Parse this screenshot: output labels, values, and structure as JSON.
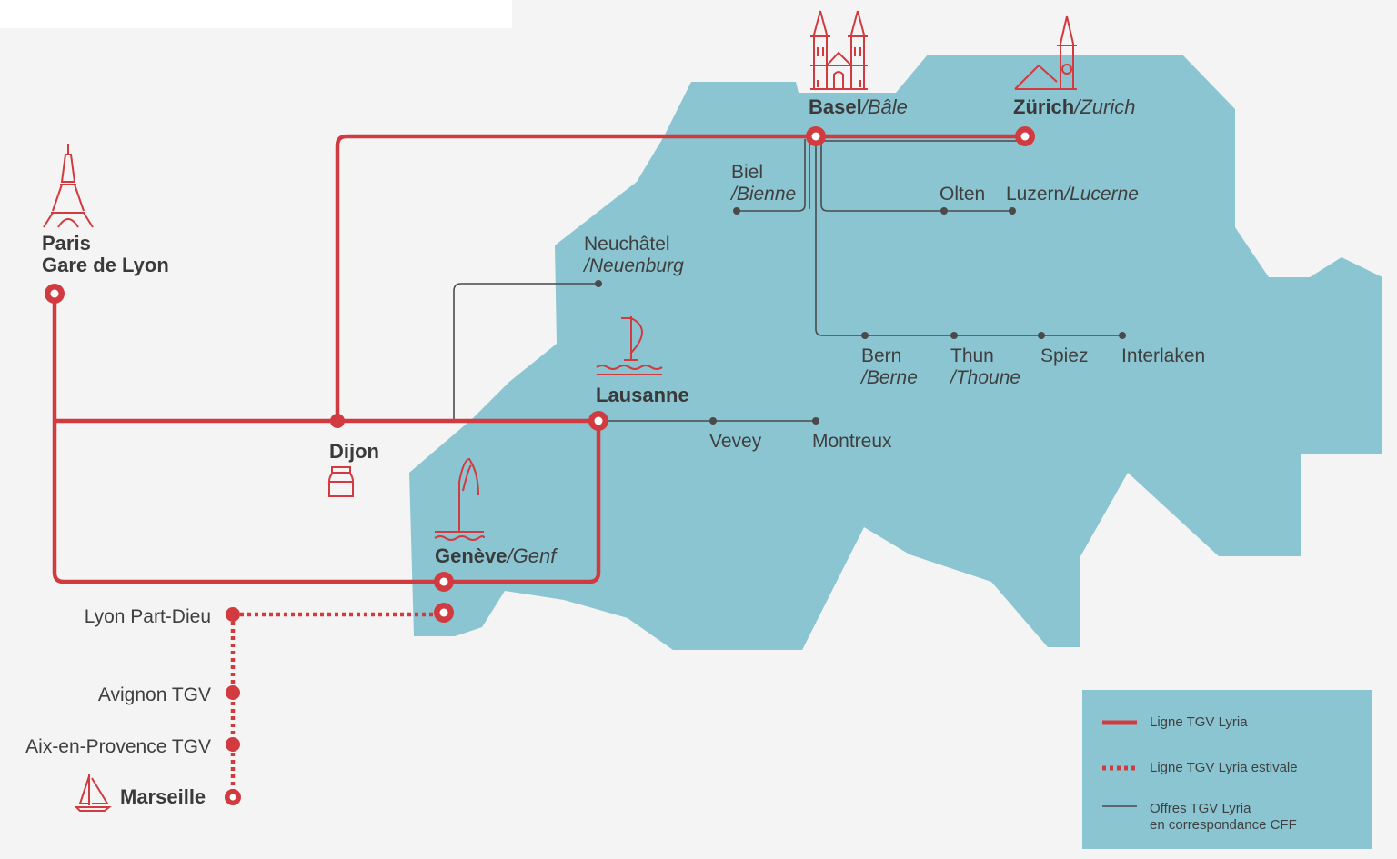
{
  "colors": {
    "rail": "#d13a3f",
    "cff": "#4a4a4a",
    "land": "#8bc5d2",
    "background": "#f4f4f4",
    "text": "#3f3f3f"
  },
  "cities": {
    "paris": {
      "line1": "Paris",
      "line2": "Gare de Lyon",
      "icon": "eiffel-tower-icon"
    },
    "dijon": {
      "name": "Dijon",
      "icon": "mustard-jar-icon"
    },
    "basel": {
      "name": "Basel",
      "alt": "/Bâle",
      "icon": "basel-minster-icon"
    },
    "zurich": {
      "name": "Zürich",
      "alt": "/Zurich",
      "icon": "zurich-church-icon"
    },
    "lausanne": {
      "name": "Lausanne",
      "icon": "sailboat-lake-icon"
    },
    "geneve": {
      "name": "Genève",
      "alt": "/Genf",
      "icon": "jet-deau-icon"
    },
    "marseille": {
      "name": "Marseille",
      "icon": "sailboat-icon"
    }
  },
  "stations": {
    "biel": {
      "name": "Biel",
      "alt": "/Bienne"
    },
    "olten": {
      "name": "Olten"
    },
    "luzern": {
      "name": "Luzern",
      "alt": "/Lucerne"
    },
    "neuchatel": {
      "name": "Neuchâtel",
      "alt": "/Neuenburg"
    },
    "bern": {
      "name": "Bern",
      "alt": "/Berne"
    },
    "thun": {
      "name": "Thun",
      "alt": "/Thoune"
    },
    "spiez": {
      "name": "Spiez"
    },
    "interlaken": {
      "name": "Interlaken"
    },
    "vevey": {
      "name": "Vevey"
    },
    "montreux": {
      "name": "Montreux"
    },
    "lyon": {
      "name": "Lyon Part-Dieu"
    },
    "avignon": {
      "name": "Avignon TGV"
    },
    "aix": {
      "name": "Aix-en-Provence TGV"
    }
  },
  "legend": {
    "items": [
      {
        "label": "Ligne TGV Lyria",
        "style": "solid"
      },
      {
        "label": "Ligne TGV Lyria estivale",
        "style": "dotted"
      },
      {
        "label": "Offres TGV Lyria",
        "label2": "en correspondance CFF",
        "style": "thin"
      }
    ]
  }
}
